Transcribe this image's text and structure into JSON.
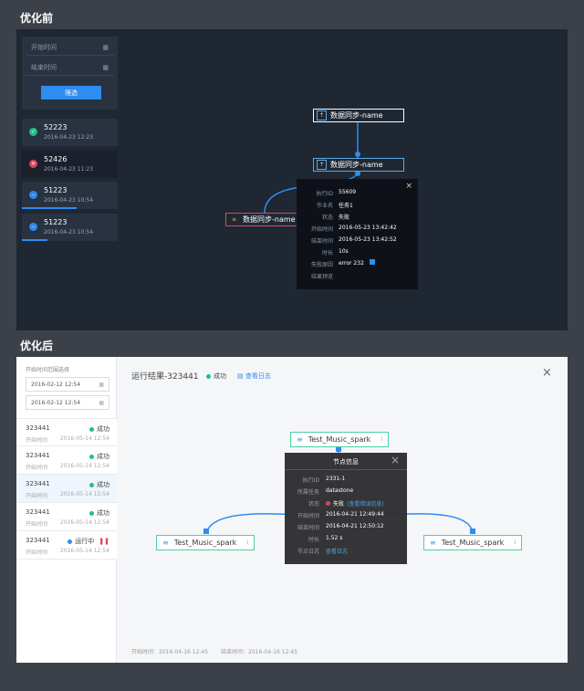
{
  "before": {
    "title": "优化前",
    "filter": {
      "start_label": "开始时间",
      "end_label": "结束时间",
      "button": "筛选"
    },
    "tasks": [
      {
        "name": "52223",
        "date": "2016-04-23 12:23",
        "status": "success"
      },
      {
        "name": "52426",
        "date": "2016-04-23 11:23",
        "status": "failed"
      },
      {
        "name": "51223",
        "date": "2016-04-23 10:54",
        "status": "running"
      },
      {
        "name": "51223",
        "date": "2016-04-23 10:54",
        "status": "running"
      }
    ],
    "nodes": [
      "数据同步-name",
      "数据同步-name",
      "数据同步-name"
    ],
    "tooltip": {
      "close": "×",
      "rows": [
        {
          "k": "执行ID",
          "v": "55609"
        },
        {
          "k": "作业名",
          "v": "任务1"
        },
        {
          "k": "状态",
          "v": "失败"
        },
        {
          "k": "开始时间",
          "v": "2016-05-23 13:42:42"
        },
        {
          "k": "结束时间",
          "v": "2016-05-23 13:42:52"
        },
        {
          "k": "时长",
          "v": "10s"
        },
        {
          "k": "失败原因",
          "v": "error 232"
        },
        {
          "k": "结果预览",
          "v": ""
        }
      ]
    }
  },
  "after": {
    "title": "优化后",
    "filter": {
      "label": "开始时间范围选择",
      "from": "2016-02-12 12:54",
      "to": "2016-02-12 12:54"
    },
    "tasks": [
      {
        "name": "323441",
        "status": "成功",
        "label": "开始时间",
        "date": "2016-05-14 12:54"
      },
      {
        "name": "323441",
        "status": "成功",
        "label": "开始时间",
        "date": "2016-05-14 12:54"
      },
      {
        "name": "323441",
        "status": "成功",
        "label": "开始时间",
        "date": "2016-05-14 12:54"
      },
      {
        "name": "323441",
        "status": "成功",
        "label": "开始时间",
        "date": "2016-05-14 12:54"
      },
      {
        "name": "323441",
        "status": "运行中",
        "label": "开始时间",
        "date": "2016-05-14 12:54"
      }
    ],
    "header": {
      "title": "运行结果-323441",
      "status": "成功",
      "log_link": "查看日志",
      "close": "×"
    },
    "nodes": [
      "Test_Music_spark",
      "Test_Music_spark",
      "Test_Music_spark"
    ],
    "node_info": "i",
    "tooltip": {
      "title": "节点信息",
      "close": "×",
      "rows": [
        {
          "k": "执行ID",
          "v": "2331-1"
        },
        {
          "k": "所属任务",
          "v": "datastone"
        },
        {
          "k": "状态",
          "v": "失败"
        },
        {
          "k": "开始时间",
          "v": "2016-04-21 12:49:44"
        },
        {
          "k": "结束时间",
          "v": "2016-04-21 12:50:12"
        },
        {
          "k": "时长",
          "v": "1.52 s"
        },
        {
          "k": "节点日志",
          "v": "查看日志"
        }
      ],
      "fail_link": "(查看错误信息)"
    },
    "footer": {
      "start": "开始时间：2016-04-16 12:45",
      "end": "结束时间：2016-04-16 12:45"
    }
  }
}
